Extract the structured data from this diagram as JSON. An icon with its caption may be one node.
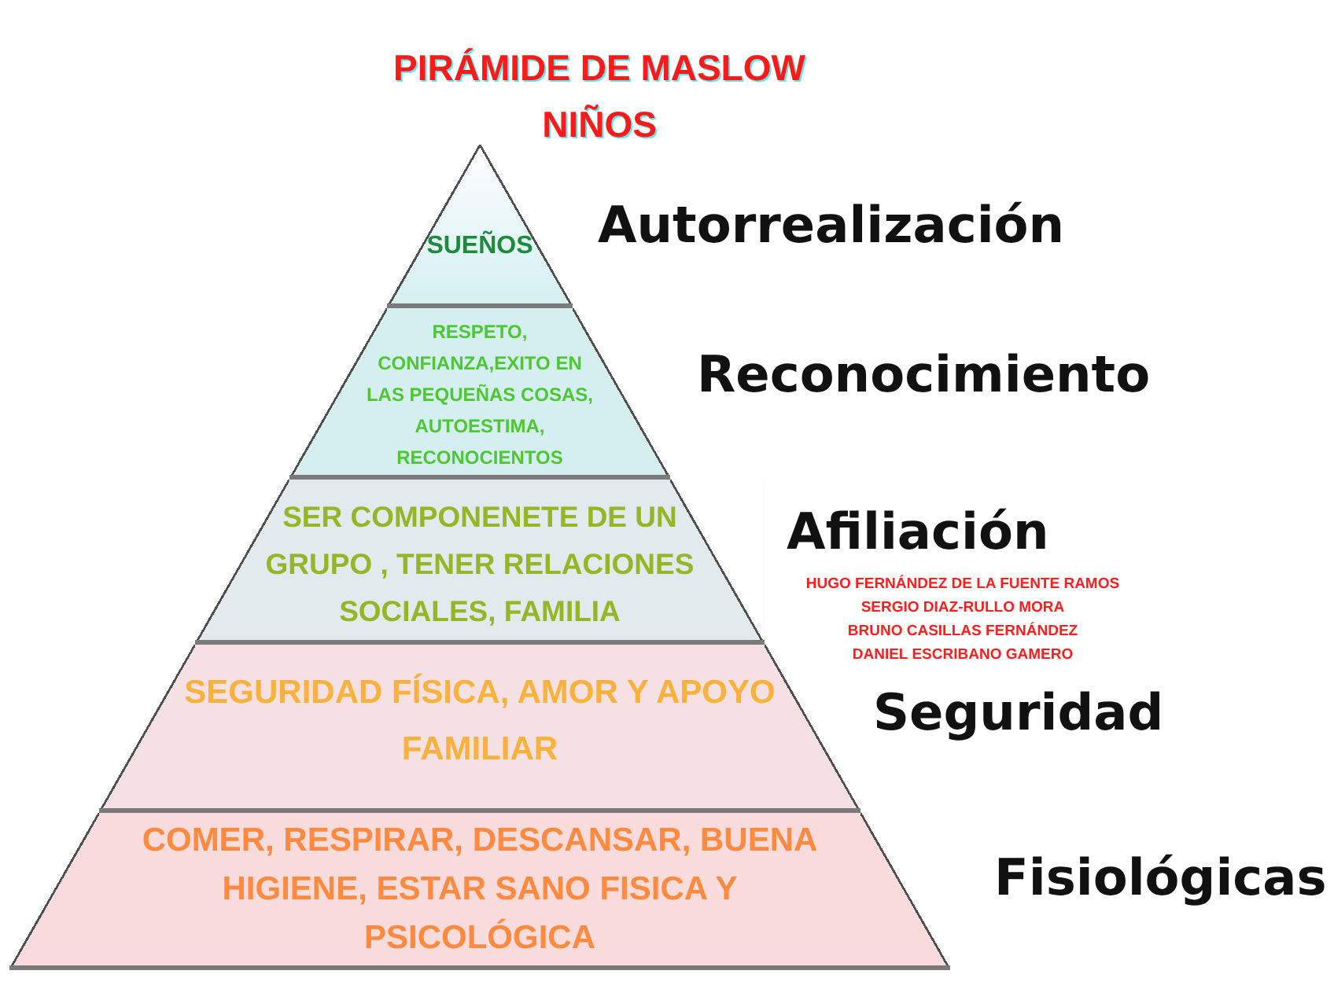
{
  "diagram": {
    "title": "PIRÁMIDE DE MASLOW NIÑOS",
    "nodes": [
      {
        "text": [
          "SUEÑOS"
        ],
        "beside": [
          "Autorrealización"
        ]
      },
      {
        "text": [
          "RESPETO, CONFIANZA,EXITO EN LAS PEQUEÑAS COSAS, AUTOESTIMA, RECONOCIENTOS"
        ],
        "beside": [
          "Reconocimiento"
        ]
      },
      {
        "text": [
          "SER COMPONENETE DE UN GRUPO , TENER RELACIONES SOCIALES, FAMILIA"
        ],
        "beside": [
          "Afiliación"
        ]
      },
      {
        "text": [
          "SEGURIDAD FÍSICA, AMOR Y APOYO FAMILIAR"
        ],
        "beside": [
          "Seguridad"
        ]
      },
      {
        "text": [
          "COMER, RESPIRAR, DESCANSAR, BUENA HIGIENE, ESTAR SANO FISICA Y PSICOLÓGICA"
        ],
        "beside": [
          "Fisiológicas"
        ]
      }
    ],
    "labels": [
      "HUGO FERNÁNDEZ DE LA FUENTE RAMOS",
      "SERGIO DIAZ-RULLO MORA",
      "BRUNO CASILLAS FERNÁNDEZ",
      "DANIEL ESCRIBANO GAMERO"
    ]
  }
}
